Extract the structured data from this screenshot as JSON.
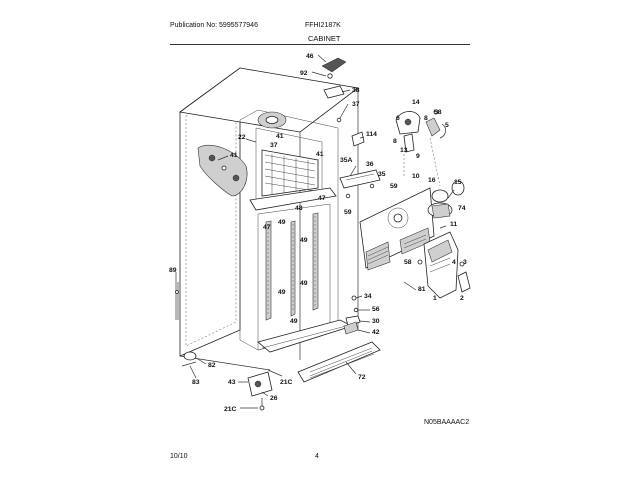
{
  "header": {
    "publication": "Publication No: 5995577946",
    "model": "FFHI2187K",
    "section": "CABINET"
  },
  "footer": {
    "date": "10/10",
    "page": "4",
    "drawing_code": "N05BAAAAC2"
  },
  "callouts": [
    {
      "id": "c46",
      "label": "46"
    },
    {
      "id": "c92",
      "label": "92"
    },
    {
      "id": "c38",
      "label": "38"
    },
    {
      "id": "c37a",
      "label": "37"
    },
    {
      "id": "c14",
      "label": "14"
    },
    {
      "id": "c58a",
      "label": "58"
    },
    {
      "id": "c6",
      "label": "6"
    },
    {
      "id": "c8a",
      "label": "8"
    },
    {
      "id": "c8b",
      "label": "8"
    },
    {
      "id": "c5",
      "label": "5"
    },
    {
      "id": "c114",
      "label": "114"
    },
    {
      "id": "c22",
      "label": "22"
    },
    {
      "id": "c41a",
      "label": "41"
    },
    {
      "id": "c37b",
      "label": "37"
    },
    {
      "id": "c41b",
      "label": "41"
    },
    {
      "id": "c41c",
      "label": "41"
    },
    {
      "id": "c13",
      "label": "13"
    },
    {
      "id": "c9",
      "label": "9"
    },
    {
      "id": "c35a",
      "label": "35A"
    },
    {
      "id": "c36",
      "label": "36"
    },
    {
      "id": "c35",
      "label": "35"
    },
    {
      "id": "c16",
      "label": "16"
    },
    {
      "id": "c15",
      "label": "15"
    },
    {
      "id": "c59a",
      "label": "59"
    },
    {
      "id": "c59b",
      "label": "59"
    },
    {
      "id": "c10",
      "label": "10"
    },
    {
      "id": "c74",
      "label": "74"
    },
    {
      "id": "c11",
      "label": "11"
    },
    {
      "id": "c47a",
      "label": "47"
    },
    {
      "id": "c48",
      "label": "48"
    },
    {
      "id": "c47b",
      "label": "47"
    },
    {
      "id": "c49a",
      "label": "49"
    },
    {
      "id": "c49b",
      "label": "49"
    },
    {
      "id": "c49c",
      "label": "49"
    },
    {
      "id": "c49d",
      "label": "49"
    },
    {
      "id": "c49e",
      "label": "49"
    },
    {
      "id": "c4",
      "label": "4"
    },
    {
      "id": "c58b",
      "label": "58"
    },
    {
      "id": "c3",
      "label": "3"
    },
    {
      "id": "c1",
      "label": "1"
    },
    {
      "id": "c2",
      "label": "2"
    },
    {
      "id": "c81",
      "label": "81"
    },
    {
      "id": "c89",
      "label": "89"
    },
    {
      "id": "c34",
      "label": "34"
    },
    {
      "id": "c56",
      "label": "56"
    },
    {
      "id": "c30",
      "label": "30"
    },
    {
      "id": "c42",
      "label": "42"
    },
    {
      "id": "c82",
      "label": "82"
    },
    {
      "id": "c83",
      "label": "83"
    },
    {
      "id": "c43",
      "label": "43"
    },
    {
      "id": "c21c_a",
      "label": "21C"
    },
    {
      "id": "c72",
      "label": "72"
    },
    {
      "id": "c26",
      "label": "26"
    },
    {
      "id": "c21c_b",
      "label": "21C"
    }
  ]
}
